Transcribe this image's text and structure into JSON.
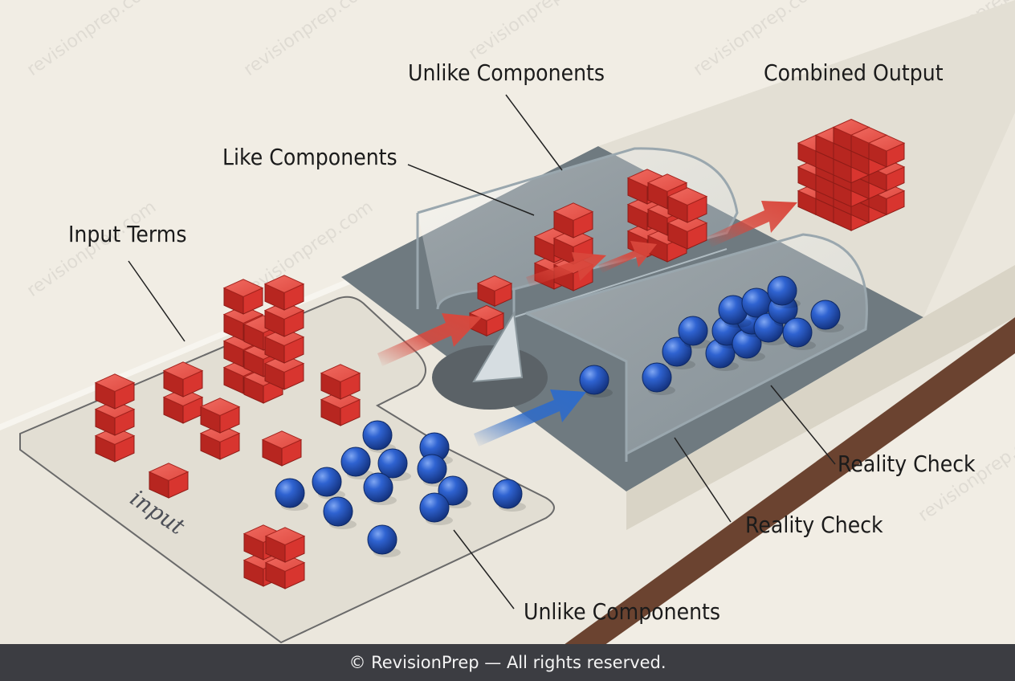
{
  "labels": {
    "unlike_top": "Unlike Components",
    "combined_output": "Combined Output",
    "like_components": "Like Components",
    "input_terms": "Input Terms",
    "reality_check_right": "Reality Check",
    "reality_check_bottom": "Reality Check",
    "unlike_bottom": "Unlike Components"
  },
  "input_area_label": "input",
  "watermark": "revisionprep.com",
  "footer": "© RevisionPrep — All rights reserved.",
  "colors": {
    "cube_red": "#d8352f",
    "sphere_blue": "#1c4db8",
    "red_arrow": "#d9473c",
    "blue_arrow": "#2e6bc9",
    "belt_dark": "#6f7a80",
    "ground_brown": "#6b4330"
  }
}
